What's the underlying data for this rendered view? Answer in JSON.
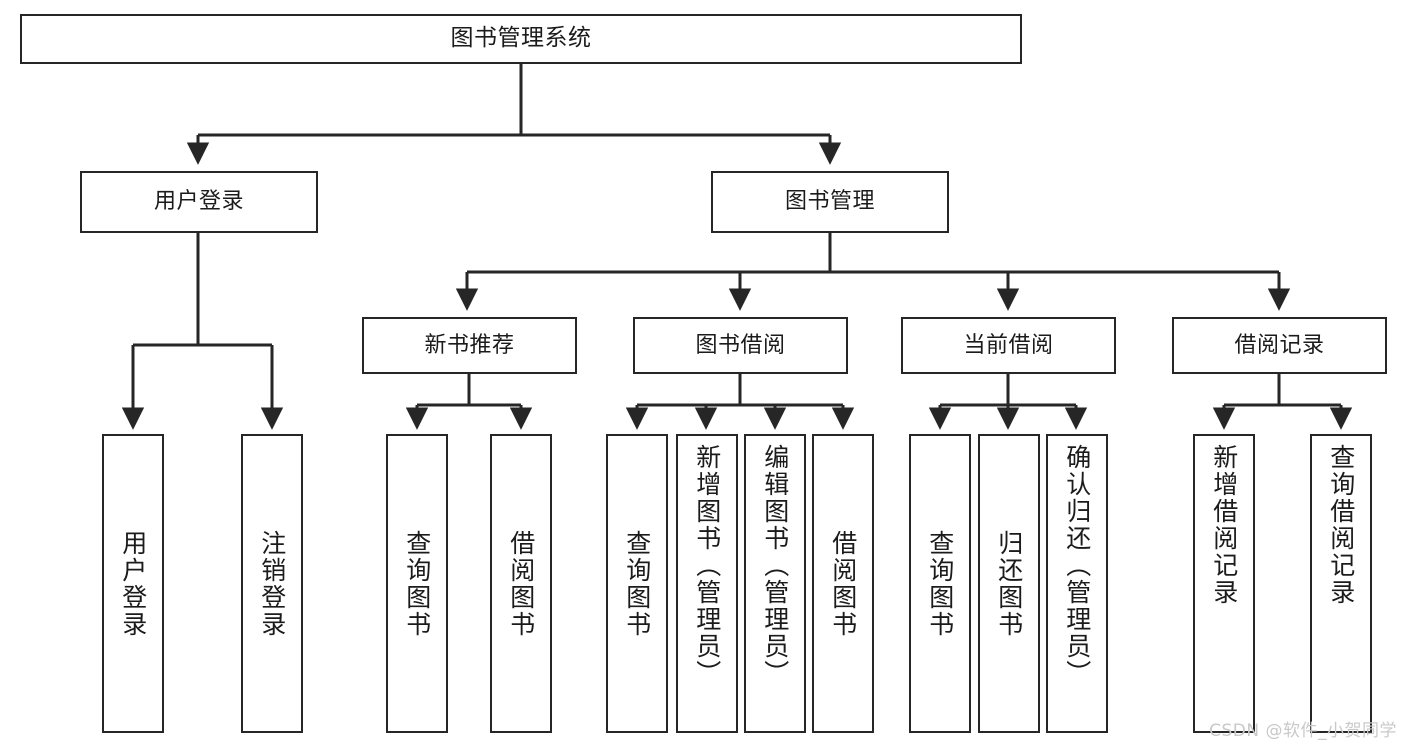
{
  "diagram": {
    "title": "图书管理系统",
    "type": "tree-hierarchy",
    "watermark": "CSDN @软件_小贺同学",
    "colors": {
      "stroke": "#262626",
      "fill": "#ffffff",
      "text": "#1b1b1b",
      "watermark": "#c9c9c9"
    },
    "levels": {
      "root": "图书管理系统",
      "level1": [
        "用户登录",
        "图书管理"
      ],
      "level2": [
        "新书推荐",
        "图书借阅",
        "当前借阅",
        "借阅记录"
      ]
    },
    "nodes": {
      "root": {
        "label": "图书管理系统"
      },
      "user_login": {
        "label": "用户登录"
      },
      "book_manage": {
        "label": "图书管理"
      },
      "new_book_rec": {
        "label": "新书推荐"
      },
      "book_borrow": {
        "label": "图书借阅"
      },
      "current_borrow": {
        "label": "当前借阅"
      },
      "borrow_record": {
        "label": "借阅记录"
      },
      "leaf_user_login": {
        "label": "用户登录"
      },
      "leaf_logout": {
        "label": "注销登录"
      },
      "leaf_query_book_1": {
        "label": "查询图书"
      },
      "leaf_borrow_book_1": {
        "label": "借阅图书"
      },
      "leaf_query_book_2": {
        "label": "查询图书"
      },
      "leaf_add_book": {
        "label": "新增图书（管理员）"
      },
      "leaf_edit_book": {
        "label": "编辑图书（管理员）"
      },
      "leaf_borrow_book_2": {
        "label": "借阅图书"
      },
      "leaf_query_book_3": {
        "label": "查询图书"
      },
      "leaf_return_book": {
        "label": "归还图书"
      },
      "leaf_confirm_return": {
        "label": "确认归还（管理员）"
      },
      "leaf_add_record": {
        "label": "新增借阅记录"
      },
      "leaf_query_record": {
        "label": "查询借阅记录"
      }
    },
    "edges": [
      {
        "from": "root",
        "to": "user_login"
      },
      {
        "from": "root",
        "to": "book_manage"
      },
      {
        "from": "user_login",
        "to": "leaf_user_login"
      },
      {
        "from": "user_login",
        "to": "leaf_logout"
      },
      {
        "from": "book_manage",
        "to": "new_book_rec"
      },
      {
        "from": "book_manage",
        "to": "book_borrow"
      },
      {
        "from": "book_manage",
        "to": "current_borrow"
      },
      {
        "from": "book_manage",
        "to": "borrow_record"
      },
      {
        "from": "new_book_rec",
        "to": "leaf_query_book_1"
      },
      {
        "from": "new_book_rec",
        "to": "leaf_borrow_book_1"
      },
      {
        "from": "book_borrow",
        "to": "leaf_query_book_2"
      },
      {
        "from": "book_borrow",
        "to": "leaf_add_book"
      },
      {
        "from": "book_borrow",
        "to": "leaf_edit_book"
      },
      {
        "from": "book_borrow",
        "to": "leaf_borrow_book_2"
      },
      {
        "from": "current_borrow",
        "to": "leaf_query_book_3"
      },
      {
        "from": "current_borrow",
        "to": "leaf_return_book"
      },
      {
        "from": "current_borrow",
        "to": "leaf_confirm_return"
      },
      {
        "from": "borrow_record",
        "to": "leaf_add_record"
      },
      {
        "from": "borrow_record",
        "to": "leaf_query_record"
      }
    ]
  }
}
